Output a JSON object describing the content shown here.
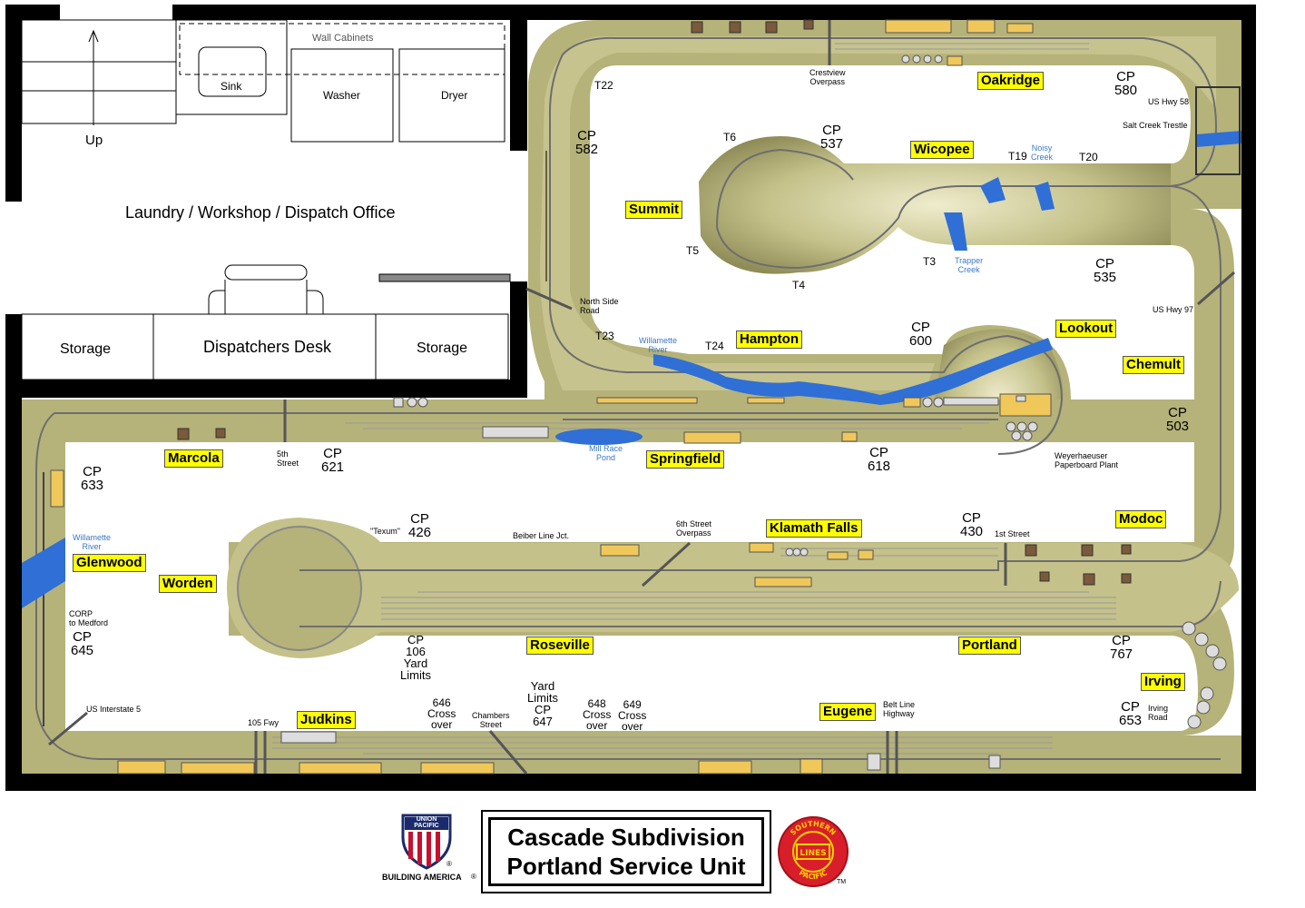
{
  "rooms": {
    "office": "Laundry / Workshop / Dispatch Office",
    "up": "Up",
    "sink": "Sink",
    "washer": "Washer",
    "dryer": "Dryer",
    "wall_cabinets": "Wall Cabinets",
    "storage_left": "Storage",
    "desk": "Dispatchers Desk",
    "storage_right": "Storage"
  },
  "towns": {
    "oakridge": "Oakridge",
    "wicopee": "Wicopee",
    "summit": "Summit",
    "hampton": "Hampton",
    "lookout": "Lookout",
    "chemult": "Chemult",
    "marcola": "Marcola",
    "springfield": "Springfield",
    "klamath_falls": "Klamath Falls",
    "modoc": "Modoc",
    "glenwood": "Glenwood",
    "worden": "Worden",
    "roseville": "Roseville",
    "portland": "Portland",
    "irving": "Irving",
    "judkins": "Judkins",
    "eugene": "Eugene"
  },
  "control_points": {
    "cp580": "CP\n580",
    "cp582": "CP\n582",
    "cp537": "CP\n537",
    "cp535": "CP\n535",
    "cp600": "CP\n600",
    "cp503": "CP\n503",
    "cp633": "CP\n633",
    "cp621": "CP\n621",
    "cp618": "CP\n618",
    "cp426": "CP\n426",
    "cp430": "CP\n430",
    "cp645": "CP\n645",
    "cp106": "CP\n106\nYard\nLimits",
    "cp767": "CP\n767",
    "cp653": "CP\n653",
    "cp647": "Yard\nLimits\nCP\n647",
    "cp646": "646\nCross\nover",
    "cp648": "648\nCross\nover",
    "cp649": "649\nCross\nover"
  },
  "tunnels": {
    "t22": "T22",
    "t6": "T6",
    "t5": "T5",
    "t4": "T4",
    "t3": "T3",
    "t19": "T19",
    "t20": "T20",
    "t23": "T23",
    "t24": "T24"
  },
  "features": {
    "crestview": "Crestview\nOverpass",
    "us58": "US Hwy 58",
    "salt_creek": "Salt Creek Trestle",
    "noisy_creek": "Noisy\nCreek",
    "trapper_creek": "Trapper\nCreek",
    "north_side": "North Side\nRoad",
    "willamette1": "Willamette\nRiver",
    "us97": "US Hwy 97",
    "weyerhaeuser": "Weyerhaeuser\nPaperboard Plant",
    "fifth_street": "5th\nStreet",
    "mill_race": "Mill Race\nPond",
    "willamette2": "Willamette\nRiver",
    "texum": "\"Texum\"",
    "beiber": "Beiber Line Jct.",
    "sixth_street": "6th Street\nOverpass",
    "first_street": "1st Street",
    "corp": "CORP\nto Medford",
    "i5": "US Interstate 5",
    "fwy105": "105 Fwy",
    "chambers": "Chambers\nStreet",
    "belt_line": "Belt Line\nHighway",
    "irving_road": "Irving\nRoad"
  },
  "title": {
    "line1": "Cascade Subdivision",
    "line2": "Portland Service Unit"
  },
  "logos": {
    "up_text": "UNION\nPACIFIC",
    "up_tagline": "BUILDING AMERICA",
    "up_reg": "®",
    "sp_text": "SOUTHERN PACIFIC",
    "sp_lines": "LINES",
    "sp_tm": "TM"
  },
  "colors": {
    "wall": "#000000",
    "scenery": "#b8b57a",
    "scenery_dark": "#8f8c58",
    "track": "#6e6e6e",
    "water": "#2f6fd6",
    "label": "#ffff00"
  }
}
